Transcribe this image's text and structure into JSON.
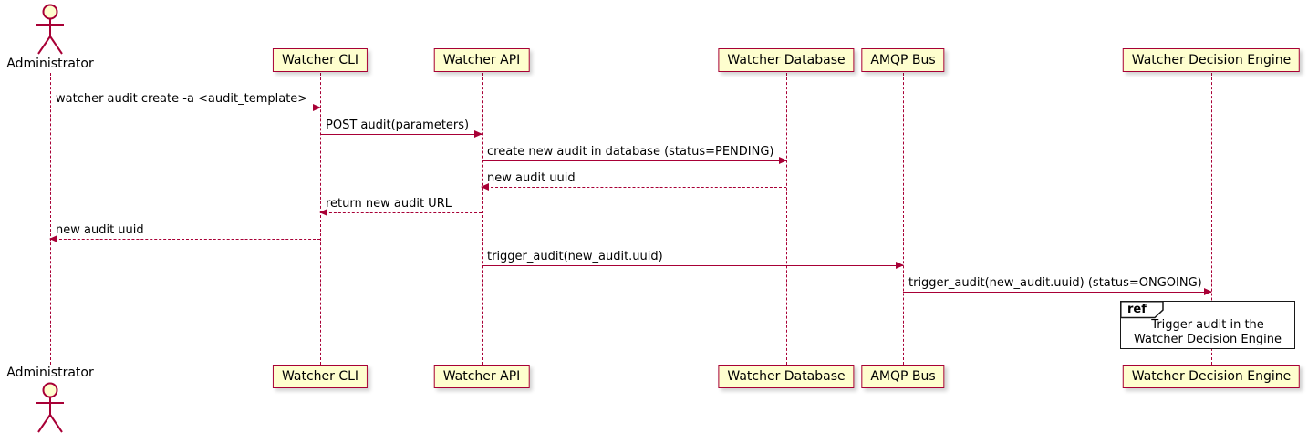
{
  "diagram": {
    "type": "uml-sequence-diagram",
    "colors": {
      "participant_bg": "#FEFECE",
      "participant_border": "#A80036",
      "lifeline": "#A80036",
      "arrow": "#A80036",
      "text": "#000000",
      "ref_border": "#181818",
      "ref_bg": "#FFFFFF"
    }
  },
  "participants": [
    {
      "id": "administrator",
      "label": "Administrator",
      "type": "actor"
    },
    {
      "id": "watcher-cli",
      "label": "Watcher CLI",
      "type": "box"
    },
    {
      "id": "watcher-api",
      "label": "Watcher API",
      "type": "box"
    },
    {
      "id": "watcher-database",
      "label": "Watcher Database",
      "type": "box"
    },
    {
      "id": "amqp-bus",
      "label": "AMQP Bus",
      "type": "box"
    },
    {
      "id": "watcher-decision-engine",
      "label": "Watcher Decision Engine",
      "type": "box"
    }
  ],
  "messages": [
    {
      "from": "Administrator",
      "to": "Watcher CLI",
      "label": "watcher audit create -a <audit_template>",
      "style": "solid"
    },
    {
      "from": "Watcher CLI",
      "to": "Watcher API",
      "label": "POST audit(parameters)",
      "style": "solid"
    },
    {
      "from": "Watcher API",
      "to": "Watcher Database",
      "label": "create new audit in database (status=PENDING)",
      "style": "solid"
    },
    {
      "from": "Watcher Database",
      "to": "Watcher API",
      "label": "new audit uuid",
      "style": "dashed"
    },
    {
      "from": "Watcher API",
      "to": "Watcher CLI",
      "label": "return new audit URL",
      "style": "dashed"
    },
    {
      "from": "Watcher CLI",
      "to": "Administrator",
      "label": "new audit uuid",
      "style": "dashed"
    },
    {
      "from": "Watcher API",
      "to": "AMQP Bus",
      "label": "trigger_audit(new_audit.uuid)",
      "style": "solid"
    },
    {
      "from": "AMQP Bus",
      "to": "Watcher Decision Engine",
      "label": "trigger_audit(new_audit.uuid) (status=ONGOING)",
      "style": "solid"
    }
  ],
  "ref_fragment": {
    "keyword": "ref",
    "lines": [
      "Trigger audit in the",
      "Watcher Decision Engine"
    ]
  }
}
